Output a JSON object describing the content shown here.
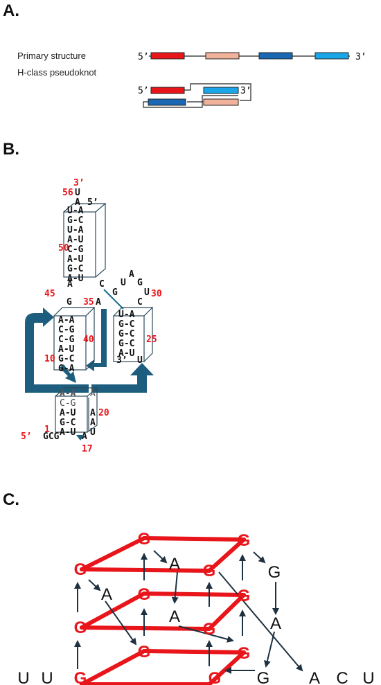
{
  "panels": {
    "a": "A.",
    "b": "B.",
    "c": "C."
  },
  "panel_a": {
    "primary_label": "Primary structure",
    "pseudoknot_label": "H-class pseudoknot",
    "five_prime": "5’",
    "three_prime": "3’",
    "colors": {
      "red": "#e8151b",
      "peach": "#f0b29b",
      "blue": "#1a68b4",
      "cyan": "#1aa6e8"
    }
  },
  "panel_b": {
    "stem_upper": [
      [
        "U",
        "A"
      ],
      [
        "G",
        "C"
      ],
      [
        "U",
        "A"
      ],
      [
        "A",
        "U"
      ],
      [
        "C",
        "G"
      ],
      [
        "A",
        "U"
      ],
      [
        "G",
        "C"
      ],
      [
        "A",
        "U"
      ]
    ],
    "stem_right": [
      [
        "U",
        "A"
      ],
      [
        "G",
        "C"
      ],
      [
        "G",
        "C"
      ],
      [
        "G",
        "C"
      ],
      [
        "A",
        "U"
      ]
    ],
    "stem_mid": [
      [
        "A",
        "A"
      ],
      [
        "C",
        "G"
      ],
      [
        "C",
        "G"
      ],
      [
        "A",
        "U"
      ],
      [
        "G",
        "C"
      ],
      [
        "G",
        "A"
      ]
    ],
    "stem_bottom": [
      [
        "C",
        "G"
      ],
      [
        "A",
        "U"
      ],
      [
        "G",
        "C"
      ],
      [
        "A",
        "U"
      ]
    ],
    "stem_bottom_top": [
      "A",
      "A"
    ],
    "side_bases": {
      "top_u": "U",
      "top_a": "A",
      "five_prime_top": "5’",
      "three_prime_top": "3’",
      "loop_a1": "A",
      "loop_c": "C",
      "loop_a2": "A",
      "loop_u1": "U",
      "loop_g1": "G",
      "loop_g2": "G",
      "loop_u2": "U",
      "loop_c2": "C",
      "loop_g3": "G",
      "loop_a3": "A",
      "right_three_prime": "3’",
      "right_u": "U",
      "bottom_seq": "GCG",
      "bottom_a": "A",
      "bottom_u": "U",
      "bottom_five_prime": "5’",
      "col_a1": "A",
      "col_a2": "A",
      "col_a3": "A",
      "col_u": "U"
    },
    "numbers": {
      "n56": "56",
      "n50": "50",
      "n45": "45",
      "n35": "35",
      "n30": "30",
      "n40": "40",
      "n25": "25",
      "n10": "10",
      "n20": "20",
      "n1": "1",
      "n17": "17"
    },
    "colors": {
      "number": "#e8151b",
      "arrow": "#1d5e7e",
      "box": "#2c4a5a"
    }
  },
  "panel_c": {
    "g_label": "G",
    "nodes": {
      "a_top": "A",
      "g_right": "G",
      "a_left": "A",
      "a_mid": "A",
      "a_right": "A",
      "g_bottom": "G",
      "u1": "U",
      "u2": "U",
      "a_end": "A",
      "c_end": "C",
      "u_end": "U"
    },
    "colors": {
      "g": "#e8151b",
      "bar": "#e8151b",
      "arrow": "#1d3140",
      "text": "#111111"
    }
  }
}
